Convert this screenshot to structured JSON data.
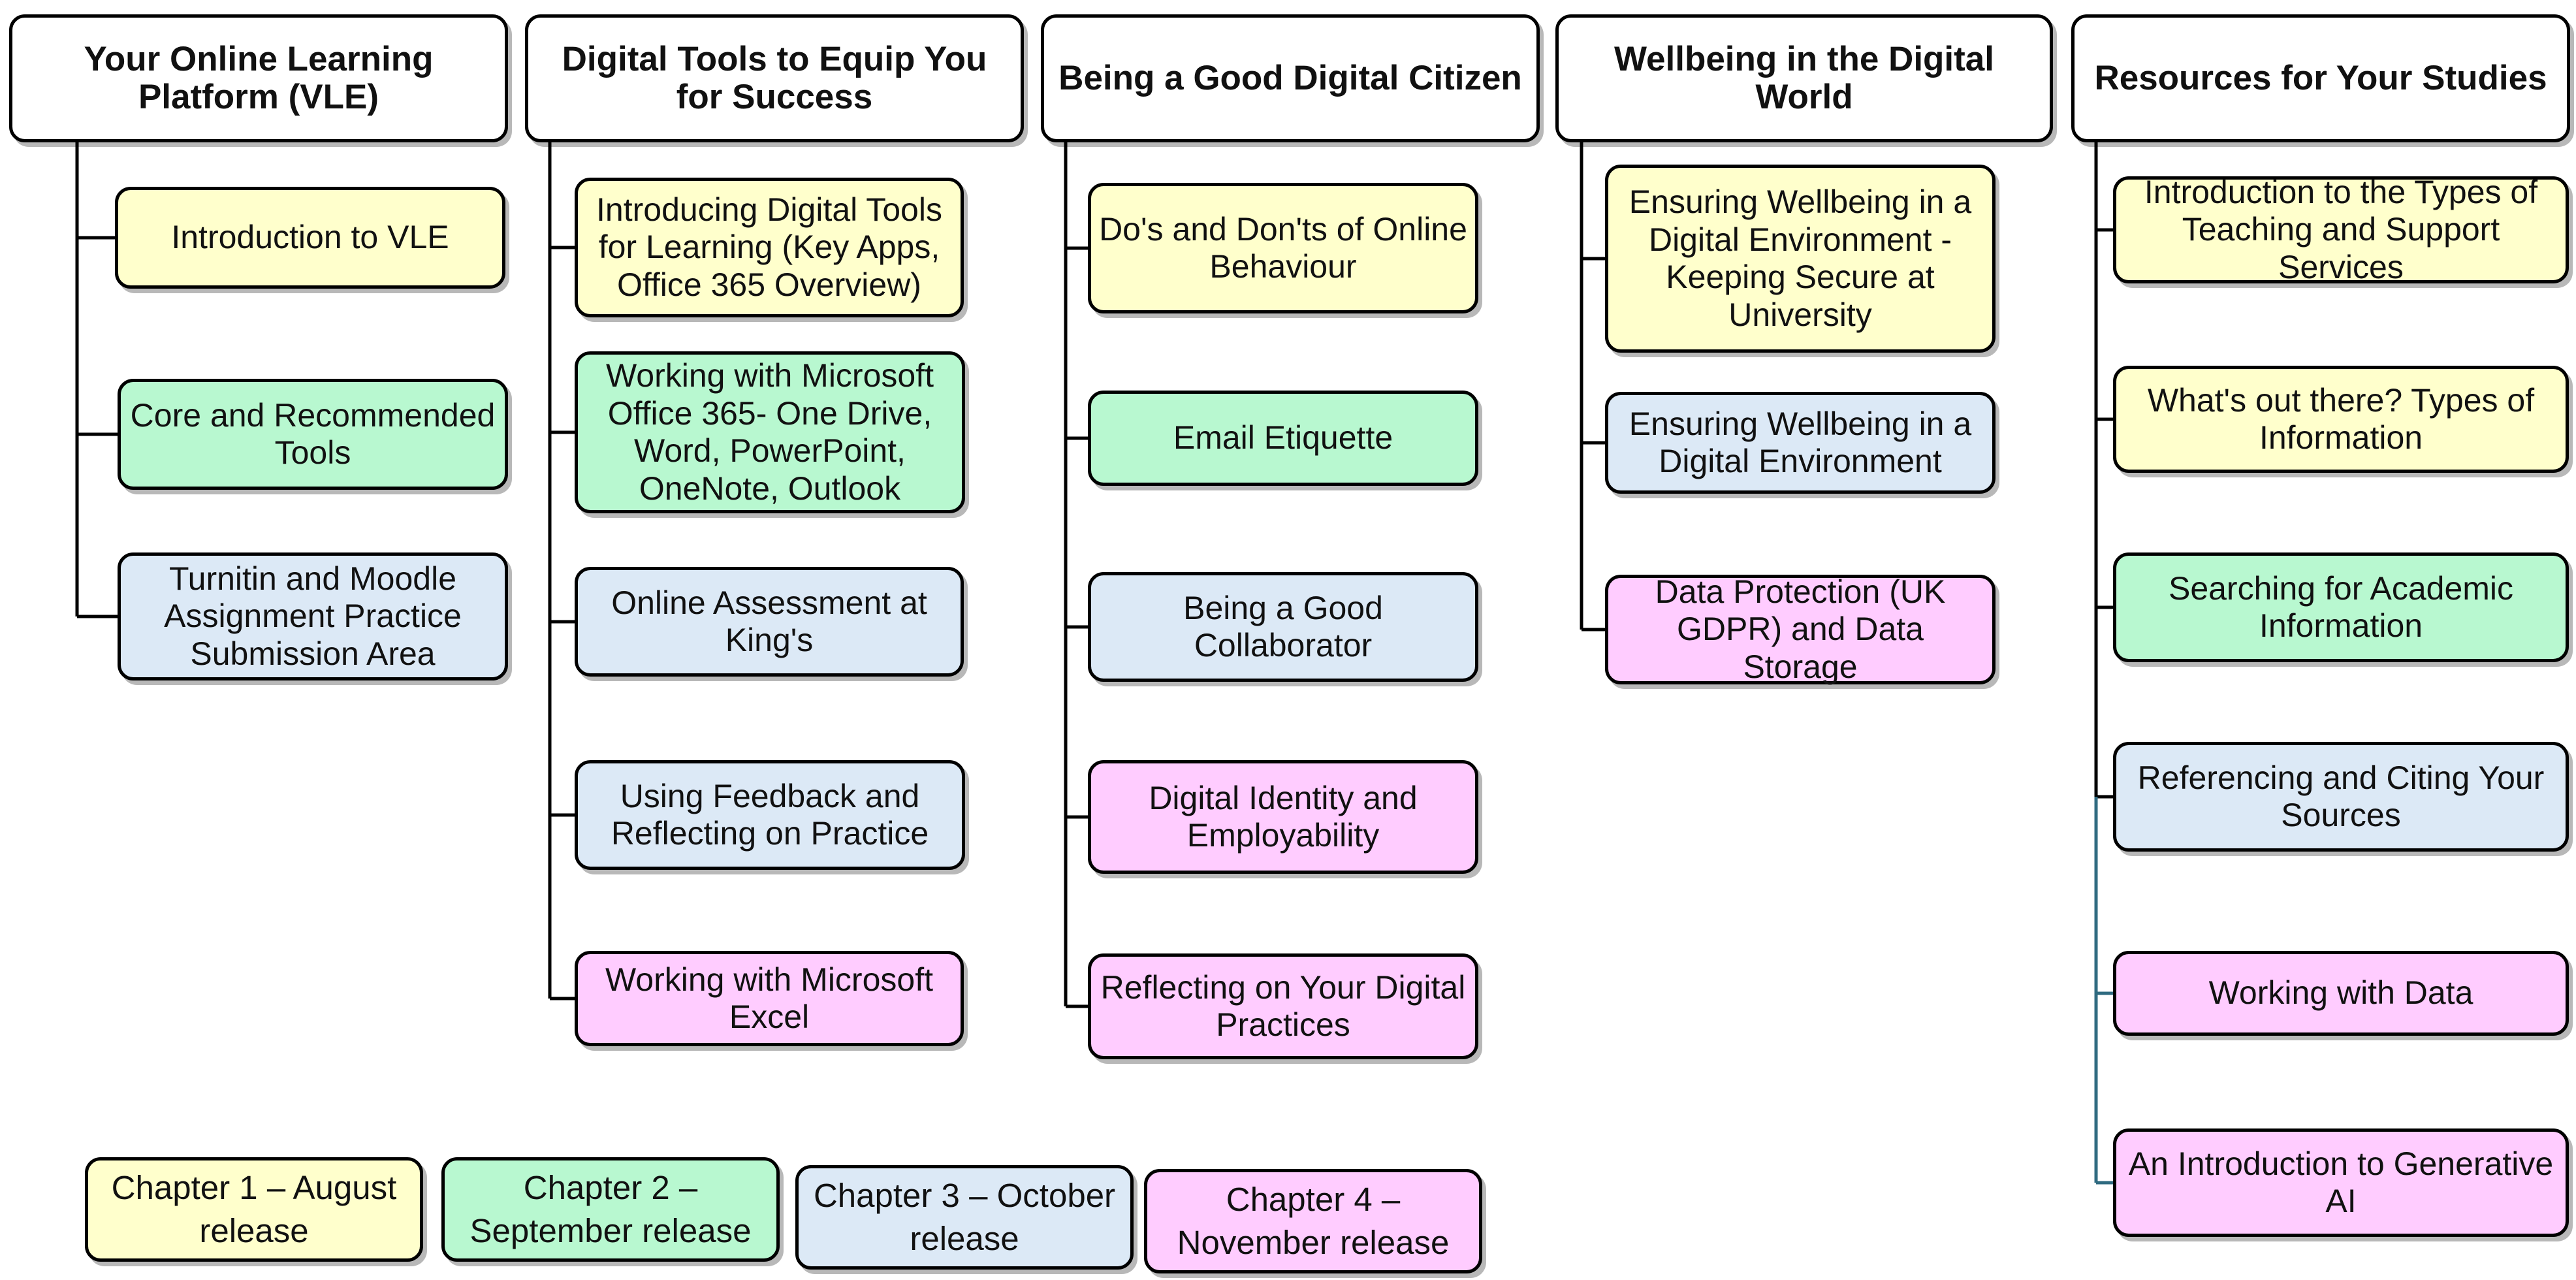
{
  "colors": {
    "chapter1": "#ffffcc",
    "chapter2": "#b8f8d0",
    "chapter3": "#dce9f6",
    "chapter4": "#ffccff",
    "border": "#000000",
    "connector": "#000000",
    "connector_accent": "#2f6a80"
  },
  "columns": [
    {
      "title": "Your Online Learning Platform (VLE)",
      "items": [
        {
          "label": "Introduction to VLE",
          "chapter": 1
        },
        {
          "label": "Core and Recommended Tools",
          "chapter": 2
        },
        {
          "label": "Turnitin and Moodle Assignment Practice Submission Area",
          "chapter": 3
        }
      ]
    },
    {
      "title": "Digital Tools to Equip You for Success",
      "items": [
        {
          "label": "Introducing Digital Tools for Learning (Key Apps, Office 365 Overview)",
          "chapter": 1
        },
        {
          "label": "Working with Microsoft Office 365- One Drive, Word, PowerPoint, OneNote, Outlook",
          "chapter": 2
        },
        {
          "label": "Online Assessment at King's",
          "chapter": 3
        },
        {
          "label": "Using Feedback and Reflecting on Practice",
          "chapter": 3
        },
        {
          "label": "Working with Microsoft Excel",
          "chapter": 4
        }
      ]
    },
    {
      "title": "Being a Good Digital Citizen",
      "items": [
        {
          "label": "Do's and Don'ts of Online Behaviour",
          "chapter": 1
        },
        {
          "label": "Email Etiquette",
          "chapter": 2
        },
        {
          "label": "Being a Good Collaborator",
          "chapter": 3
        },
        {
          "label": "Digital Identity and Employability",
          "chapter": 4
        },
        {
          "label": "Reflecting on Your Digital Practices",
          "chapter": 4
        }
      ]
    },
    {
      "title": "Wellbeing in the Digital World",
      "items": [
        {
          "label": "Ensuring Wellbeing in a Digital Environment - Keeping Secure at University",
          "chapter": 1
        },
        {
          "label": "Ensuring Wellbeing in a Digital Environment",
          "chapter": 3
        },
        {
          "label": "Data Protection (UK GDPR) and Data Storage",
          "chapter": 4
        }
      ]
    },
    {
      "title": "Resources for Your Studies",
      "items": [
        {
          "label": "Introduction to the Types of Teaching and Support Services",
          "chapter": 1
        },
        {
          "label": "What's out there? Types of Information",
          "chapter": 1
        },
        {
          "label": "Searching for Academic Information",
          "chapter": 2
        },
        {
          "label": "Referencing and Citing Your Sources",
          "chapter": 3
        },
        {
          "label": "Working with Data",
          "chapter": 4
        },
        {
          "label": "An Introduction to Generative AI",
          "chapter": 4
        }
      ]
    }
  ],
  "legend": [
    {
      "label": "Chapter 1 – August release",
      "chapter": 1
    },
    {
      "label": "Chapter 2 – September release",
      "chapter": 2
    },
    {
      "label": "Chapter 3 – October release",
      "chapter": 3
    },
    {
      "label": "Chapter 4 – November release",
      "chapter": 4
    }
  ]
}
